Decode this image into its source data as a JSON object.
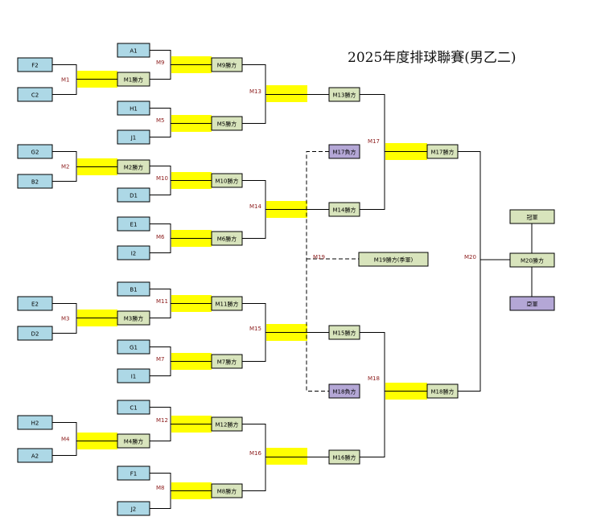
{
  "title": "2025年度排球聯賽(男乙二)",
  "colors": {
    "team_box": "#add8e6",
    "winner_box": "#d8e4bc",
    "loser_box": "#b4a7d6",
    "highlight": "#ffff00",
    "match_label": "#8b1a1a",
    "line": "#000000"
  },
  "round1": [
    {
      "match": "M1",
      "top": "F2",
      "bottom": "C2",
      "winner": "M1勝方"
    },
    {
      "match": "M2",
      "top": "G2",
      "bottom": "B2",
      "winner": "M2勝方"
    },
    {
      "match": "M3",
      "top": "E2",
      "bottom": "D2",
      "winner": "M3勝方"
    },
    {
      "match": "M4",
      "top": "H2",
      "bottom": "A2",
      "winner": "M4勝方"
    }
  ],
  "round2": [
    {
      "match": "M9",
      "top": "A1",
      "winner": "M9勝方"
    },
    {
      "match": "M5",
      "top": "H1",
      "bottom": "J1",
      "winner": "M5勝方"
    },
    {
      "match": "M10",
      "bottom": "D1",
      "winner": "M10勝方"
    },
    {
      "match": "M6",
      "top": "E1",
      "bottom": "I2",
      "winner": "M6勝方"
    },
    {
      "match": "M11",
      "top": "B1",
      "winner": "M11勝方"
    },
    {
      "match": "M7",
      "top": "G1",
      "bottom": "I1",
      "winner": "M7勝方"
    },
    {
      "match": "M12",
      "top": "C1",
      "winner": "M12勝方"
    },
    {
      "match": "M8",
      "top": "F1",
      "bottom": "J2",
      "winner": "M8勝方"
    }
  ],
  "round3": [
    {
      "match": "M13",
      "winner": "M13勝方"
    },
    {
      "match": "M14",
      "winner": "M14勝方"
    },
    {
      "match": "M15",
      "winner": "M15勝方"
    },
    {
      "match": "M16",
      "winner": "M16勝方"
    }
  ],
  "semis": [
    {
      "match": "M17",
      "winner": "M17勝方",
      "loser": "M17負方"
    },
    {
      "match": "M18",
      "winner": "M18勝方",
      "loser": "M18負方"
    }
  ],
  "third_place": {
    "match": "M19",
    "winner": "M19勝方(季軍)"
  },
  "final": {
    "match": "M20",
    "winner": "M20勝方",
    "champion": "冠軍",
    "runner_up": "亞軍"
  }
}
